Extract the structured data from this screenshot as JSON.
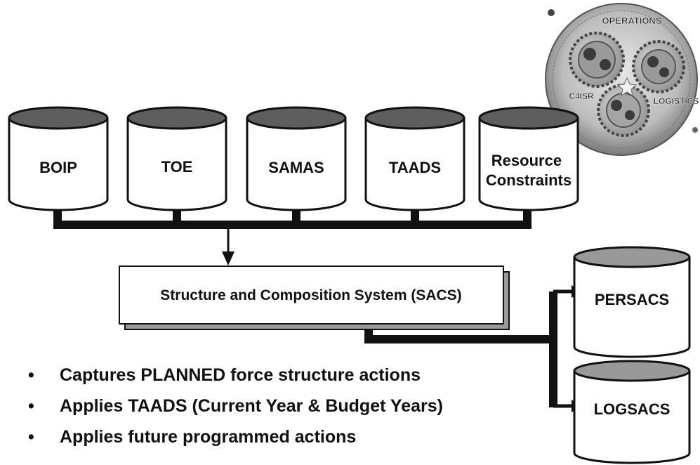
{
  "emblem": {
    "labels": [
      "OPERATIONS",
      "C4ISR",
      "LOGISTICS"
    ]
  },
  "sources": [
    {
      "id": "boip",
      "lines": [
        "BOIP"
      ]
    },
    {
      "id": "toe",
      "lines": [
        "TOE"
      ]
    },
    {
      "id": "samas",
      "lines": [
        "SAMAS"
      ]
    },
    {
      "id": "taads",
      "lines": [
        "TAADS"
      ]
    },
    {
      "id": "resource-constraints",
      "lines": [
        "Resource",
        "Constraints"
      ]
    }
  ],
  "system": {
    "label": "Structure and Composition System (SACS)"
  },
  "outputs": [
    {
      "id": "persacs",
      "lines": [
        "PERSACS"
      ]
    },
    {
      "id": "logsacs",
      "lines": [
        "LOGSACS"
      ]
    }
  ],
  "bullets": [
    "Captures PLANNED force structure actions",
    "Applies TAADS (Current Year & Budget Years)",
    "Applies future programmed actions"
  ],
  "bullet_symbol": "•",
  "colors": {
    "cylinder_top": "#5e5e5e",
    "output_cylinder_top": "#999999",
    "connector": "#111111"
  }
}
